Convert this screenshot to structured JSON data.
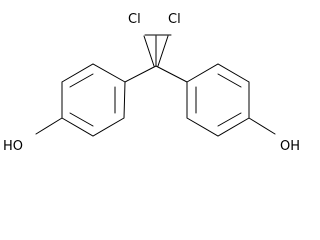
{
  "structure": {
    "labels": {
      "cl_left": "Cl",
      "cl_right": "Cl",
      "oh_left": "HO",
      "oh_right": "OH"
    }
  },
  "colors": {
    "bond": "#000000",
    "text": "#000000",
    "background": "#ffffff"
  }
}
